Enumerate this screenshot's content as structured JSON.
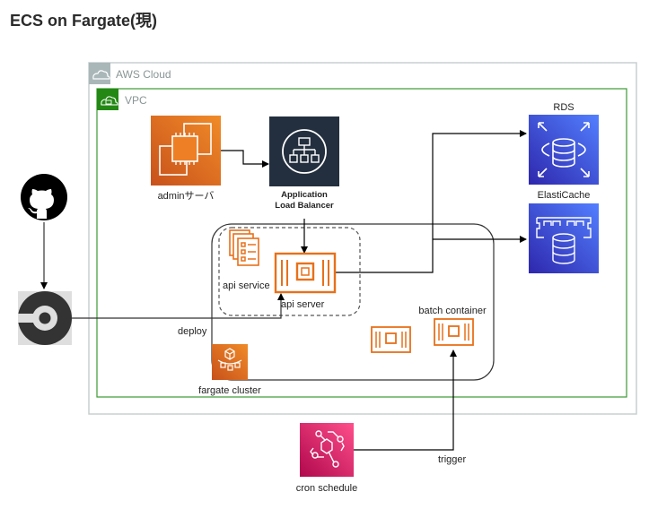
{
  "page": {
    "title": "ECS on Fargate(現)"
  },
  "groups": {
    "aws_cloud": {
      "label": "AWS Cloud",
      "icon": "cloud-icon"
    },
    "vpc": {
      "label": "VPC",
      "icon": "vpc-lock-cloud-icon"
    },
    "fargate_cluster": {
      "label": "fargate cluster",
      "icon": "fargate-cluster-icon"
    },
    "api_service_group": {
      "label": "api service"
    }
  },
  "nodes": {
    "admin_server": {
      "label": "adminサーバ",
      "icon": "ec2-icon"
    },
    "alb": {
      "label_line1": "Application",
      "label_line2": "Load Balancer",
      "icon": "load-balancer-icon"
    },
    "rds": {
      "label": "RDS",
      "icon": "rds-icon"
    },
    "elasticache": {
      "label": "ElastiCache",
      "icon": "elasticache-icon"
    },
    "api_server": {
      "label": "api server",
      "icon": "container-icon"
    },
    "batch_container": {
      "label": "batch container",
      "icon": "container-icon"
    },
    "idle_container": {
      "icon": "container-icon"
    },
    "github": {
      "icon": "github-icon"
    },
    "circleci": {
      "icon": "circleci-icon"
    },
    "cron_schedule": {
      "label": "cron schedule",
      "icon": "eventbridge-icon"
    }
  },
  "edges": {
    "deploy_label": "deploy",
    "trigger_label": "trigger"
  },
  "colors": {
    "aws_orange": "#E8701A",
    "alb_navy": "#232F3E",
    "db_blue": "#3B48CC",
    "event_pink": "#D6246E",
    "vpc_green": "#248814",
    "cloud_gray": "#AAB7B8"
  }
}
